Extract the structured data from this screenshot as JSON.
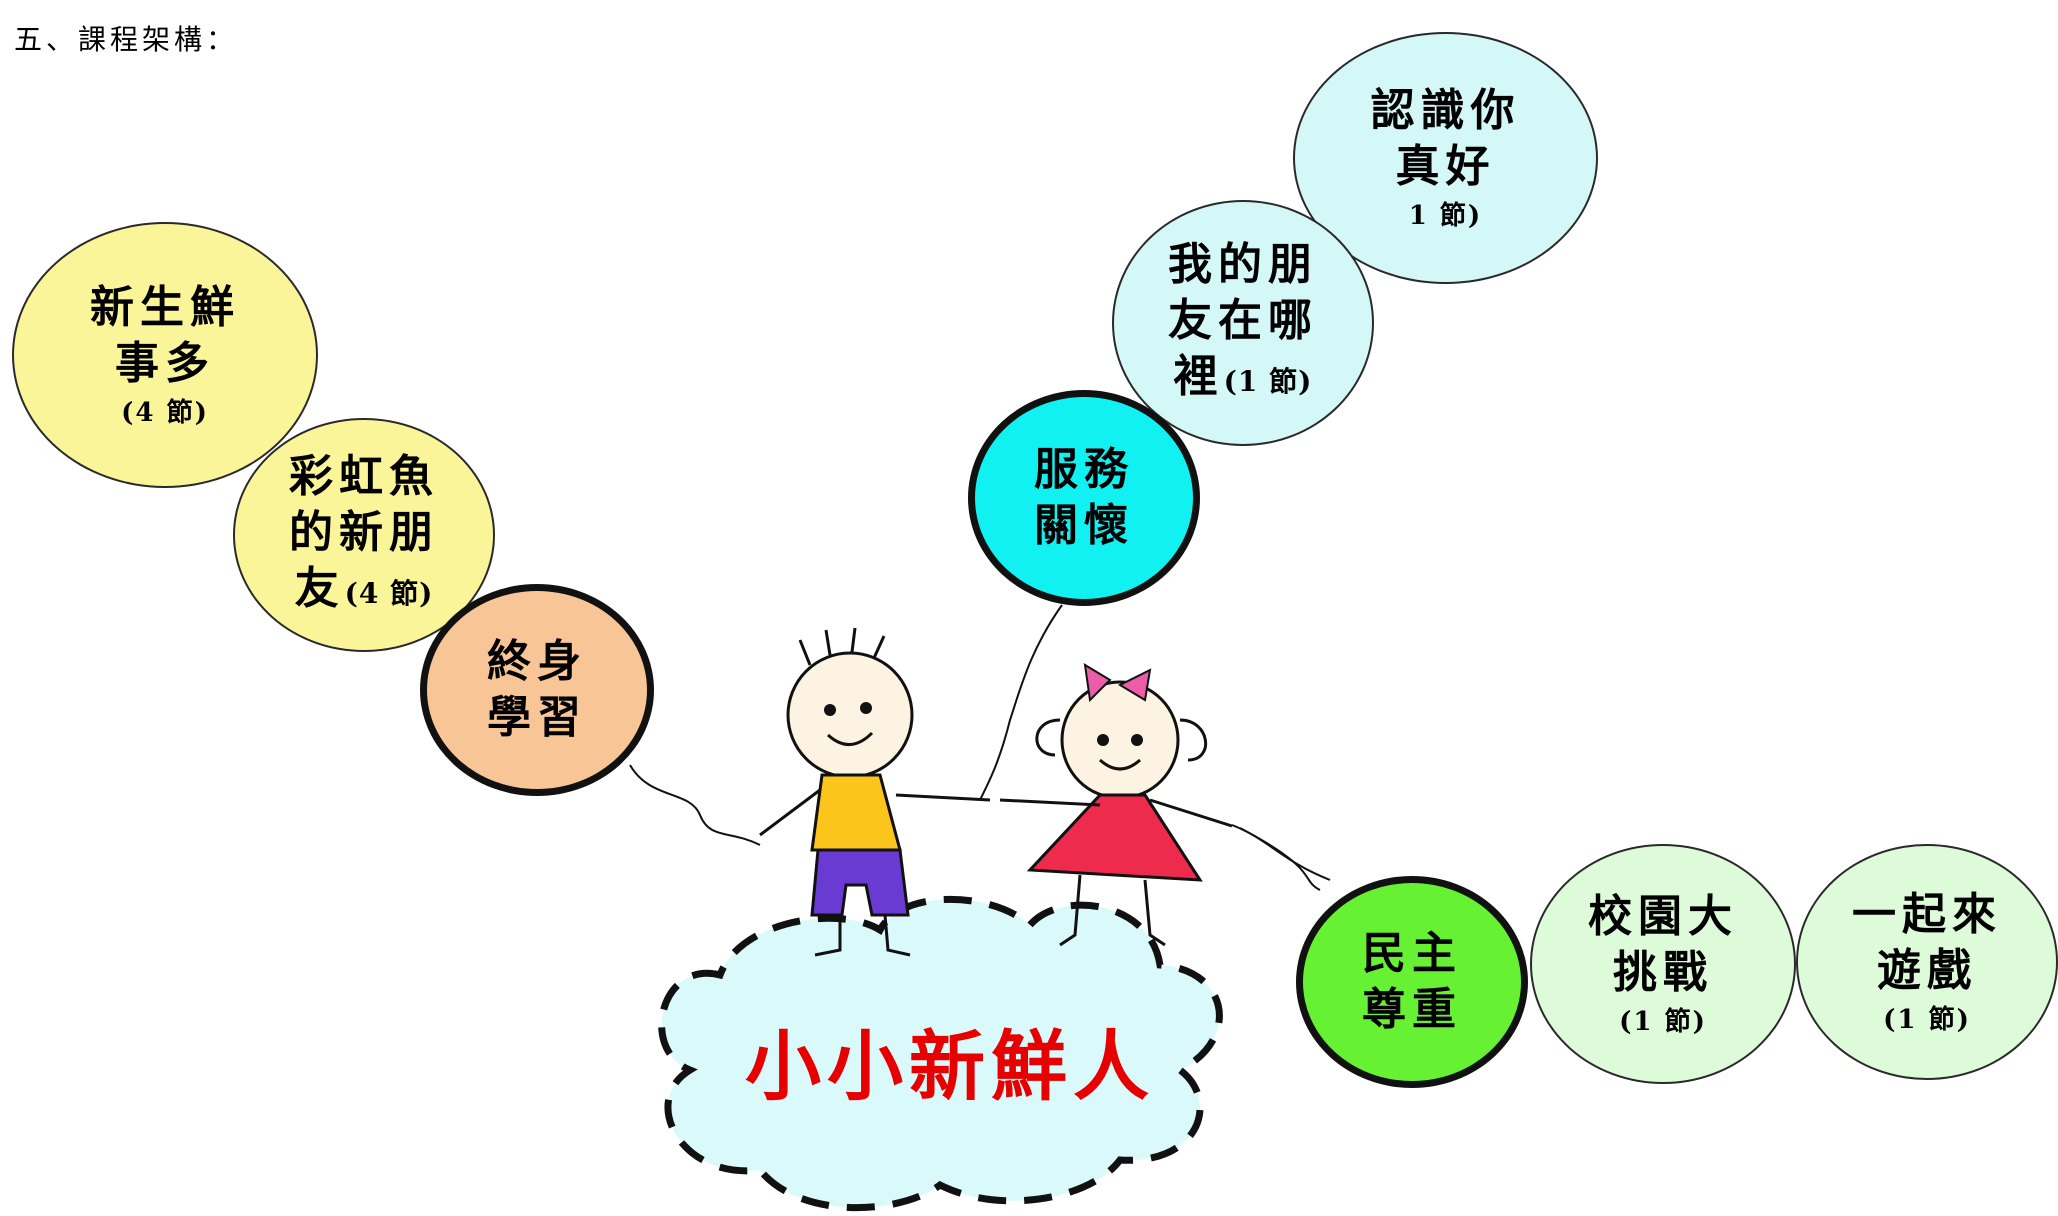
{
  "heading": "五、課程架構：",
  "center": {
    "title": "小小新鮮人"
  },
  "groups": {
    "lifelong": {
      "label": "終身學習",
      "color": "#f8c597",
      "items": [
        {
          "title": "新生鮮事多",
          "sessions": "(4 節)"
        },
        {
          "title": "彩虹魚的新朋友",
          "sessions": "(4 節)"
        }
      ],
      "item_color": "#fbf59a"
    },
    "service": {
      "label": "服務關懷",
      "color": "#11f1f1",
      "items": [
        {
          "title": "我的朋友在哪裡",
          "sessions": "(1 節)"
        },
        {
          "title": "認識你真好",
          "sessions": "1 節)"
        }
      ],
      "item_color": "#d4f7f7"
    },
    "democracy": {
      "label": "民主尊重",
      "color": "#66f133",
      "items": [
        {
          "title": "校園大挑戰",
          "sessions": "(1 節)"
        },
        {
          "title": "一起來遊戲",
          "sessions": "(1 節)"
        }
      ],
      "item_color": "#ddfbd8"
    }
  }
}
